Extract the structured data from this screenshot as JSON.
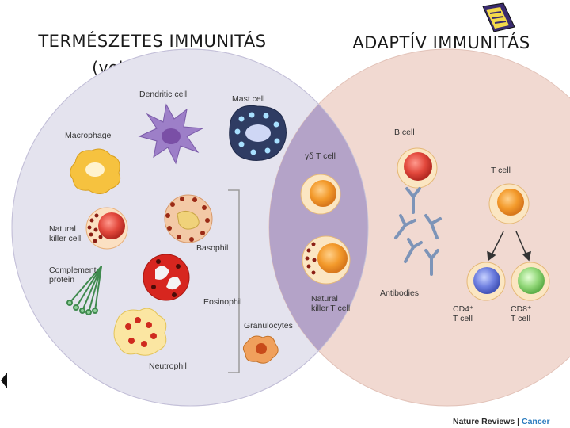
{
  "headings": {
    "innate_title": "TERMÉSZETES IMMUNITÁS",
    "innate_subtitle": "(veleszületett)",
    "adaptive_title": "ADAPTÍV IMMUNITÁS",
    "adaptive_subtitle": "(szerzett)"
  },
  "labels": {
    "dendritic": "Dendritic cell",
    "mast": "Mast cell",
    "macrophage": "Macrophage",
    "nk_line1": "Natural",
    "nk_line2": "killer cell",
    "basophil": "Basophil",
    "complement_line1": "Complement",
    "complement_line2": "protein",
    "eosinophil": "Eosinophil",
    "granulocytes": "Granulocytes",
    "neutrophil": "Neutrophil",
    "gd_tcell": "γδ T cell",
    "nkt_line1": "Natural",
    "nkt_line2": "killer T cell",
    "bcell": "B cell",
    "tcell": "T cell",
    "antibodies": "Antibodies",
    "cd4_line1": "CD4⁺",
    "cd4_line2": "T cell",
    "cd8_line1": "CD8⁺",
    "cd8_line2": "T cell"
  },
  "credit": {
    "publisher": "Nature Reviews",
    "separator": " | ",
    "journal": "Cancer"
  },
  "colors": {
    "innate_circle": "#e4e3ee",
    "adaptive_circle": "#f1d9d1",
    "overlap": "#b4a3c8",
    "credit_accent": "#2b7cbf"
  },
  "icons": [
    "book-icon",
    "arrow-left-icon"
  ]
}
